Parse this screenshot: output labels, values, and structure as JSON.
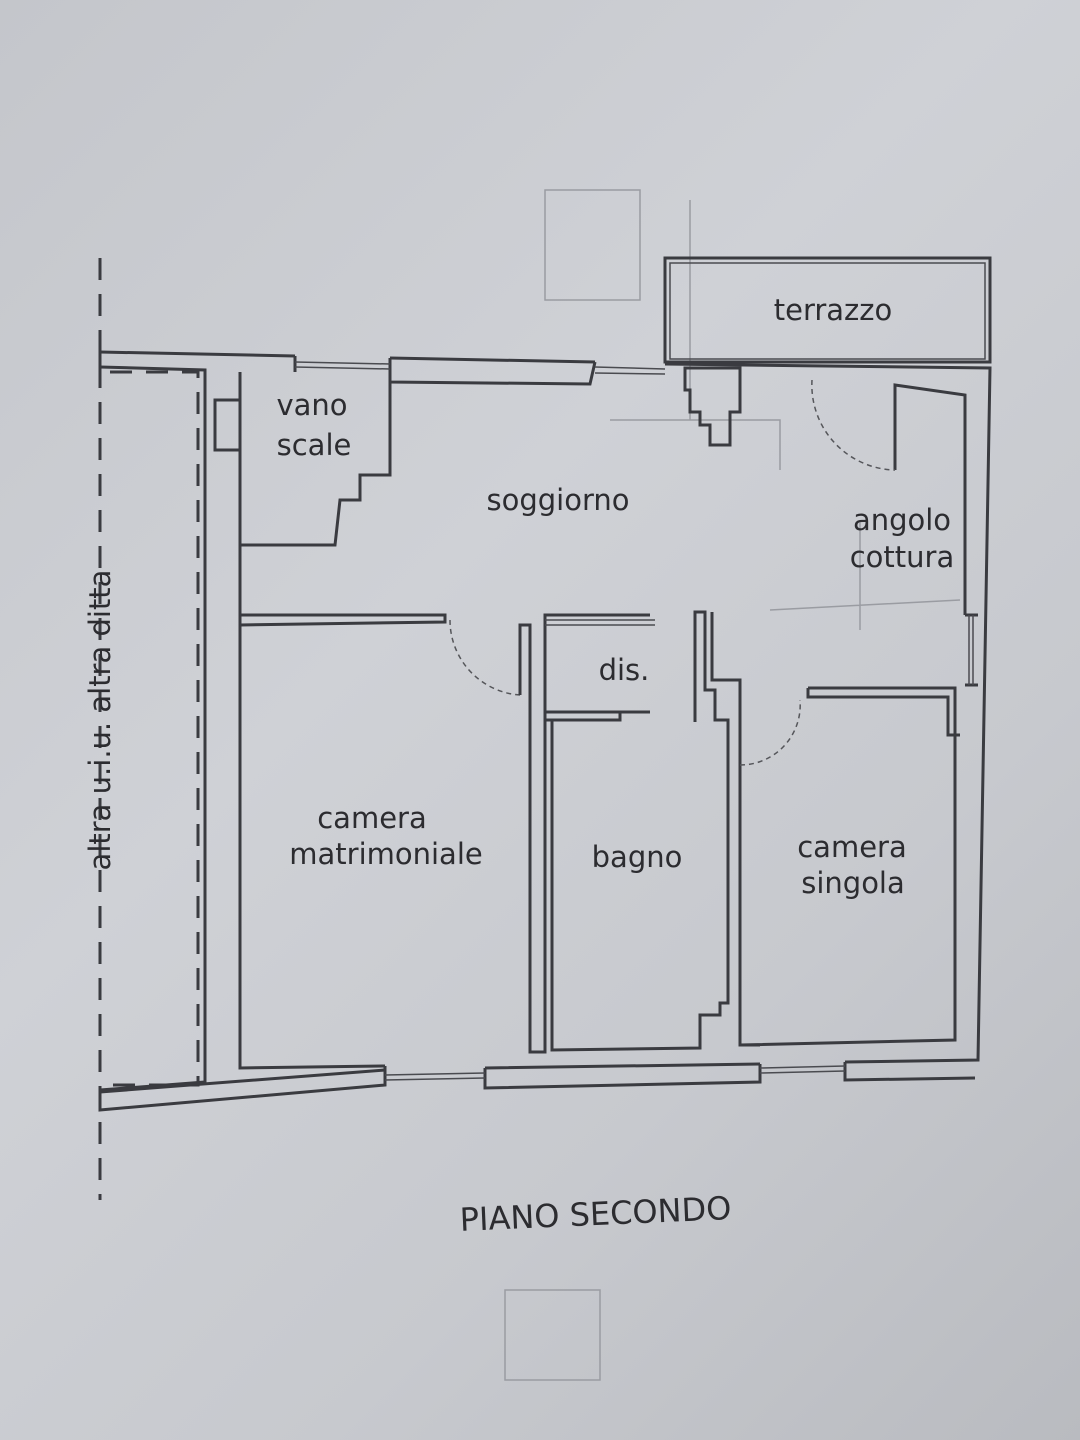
{
  "plan": {
    "floor_title": "PIANO SECONDO",
    "side_label": "altra u.i.u. altra ditta",
    "rooms": {
      "terrace": "terrazzo",
      "stairs_line1": "vano",
      "stairs_line2": "scale",
      "living": "soggiorno",
      "kitchen_line1": "angolo",
      "kitchen_line2": "cottura",
      "hall": "dis.",
      "master_line1": "camera",
      "master_line2": "matrimoniale",
      "bath": "bagno",
      "single_line1": "camera",
      "single_line2": "singola"
    }
  }
}
